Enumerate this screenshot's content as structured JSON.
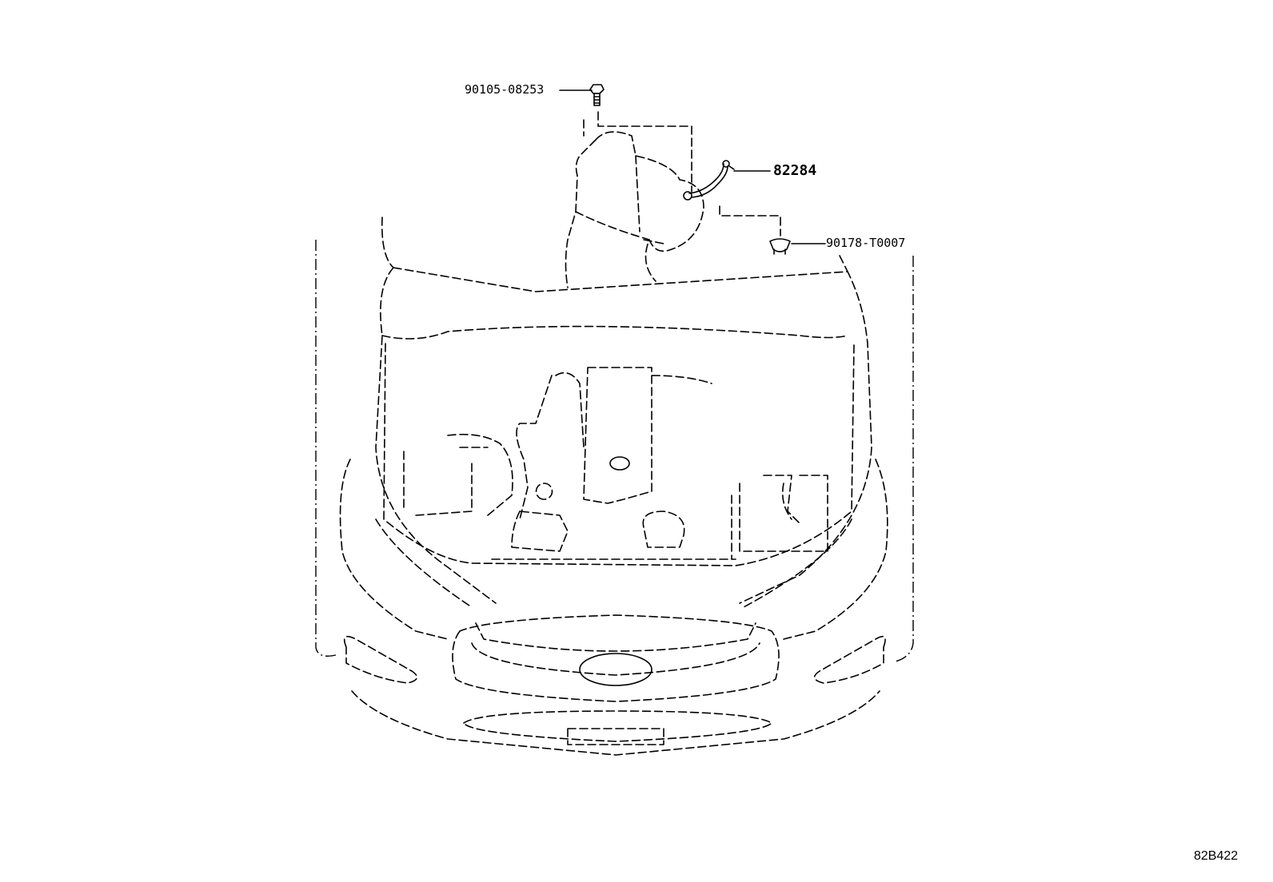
{
  "parts": {
    "bolt": {
      "number": "90105-08253"
    },
    "harness": {
      "number": "82284"
    },
    "clip": {
      "number": "90178-T0007"
    }
  },
  "figure": {
    "code": "82B422"
  }
}
